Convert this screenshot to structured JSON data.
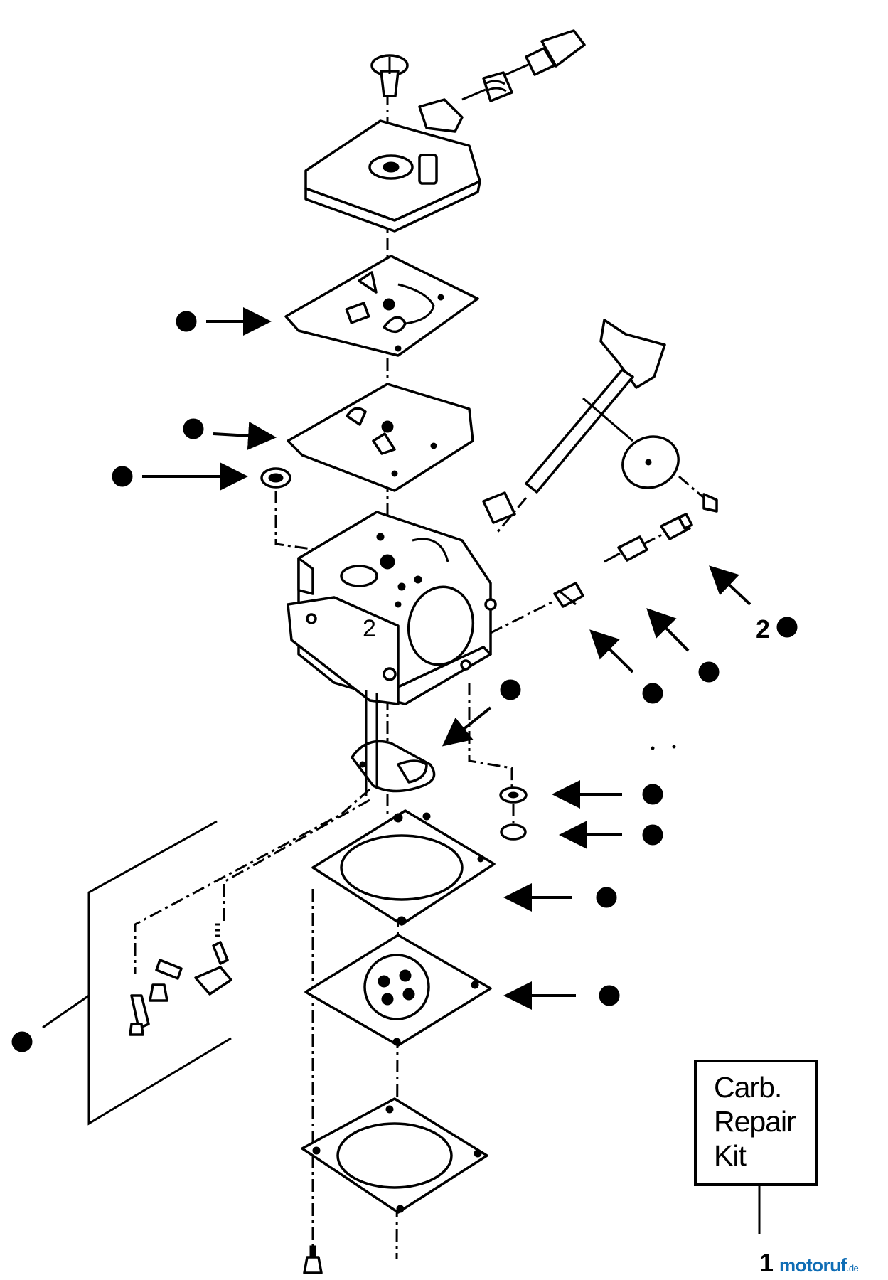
{
  "diagram": {
    "part_labels": {
      "part_2": "2",
      "part_1": "1"
    },
    "kit_box": {
      "line1": "Carb.",
      "line2": "Repair",
      "line3": "Kit"
    },
    "watermark": {
      "brand": "motoruf",
      "tld": ".de"
    }
  }
}
